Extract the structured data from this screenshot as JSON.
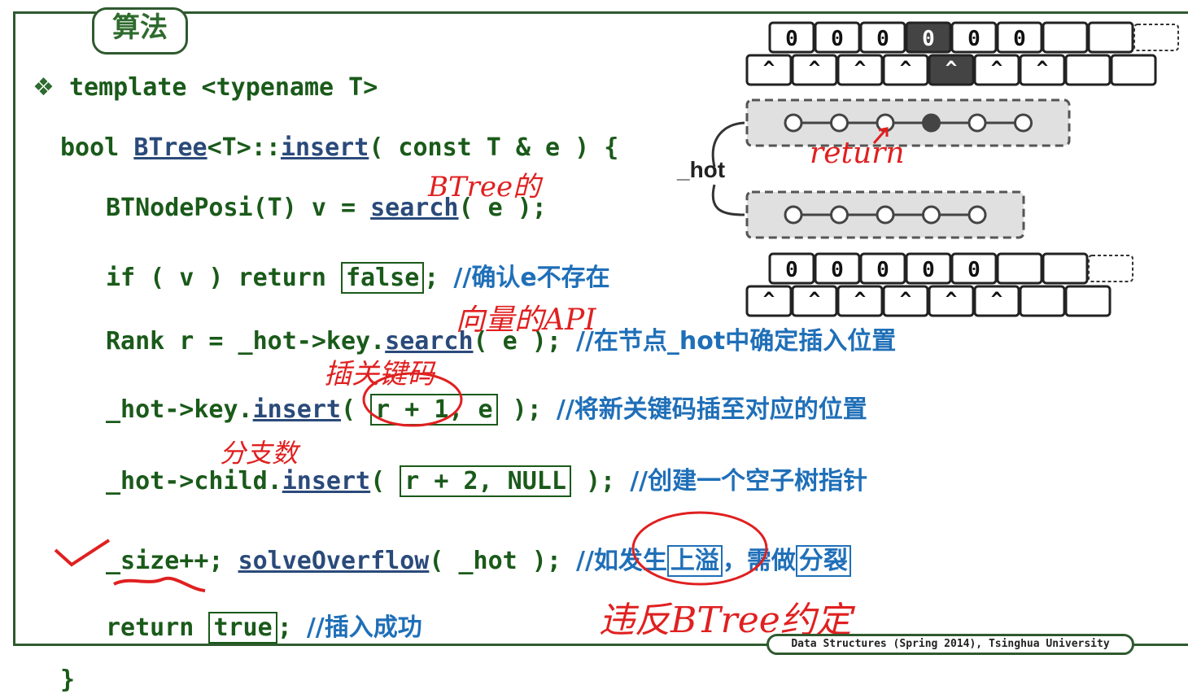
{
  "section_title": "算法",
  "code": {
    "bullet": "❖",
    "line1": "template <typename T>",
    "line2_a": "bool ",
    "line2_btree": "BTree",
    "line2_b": "<T>::",
    "line2_insert": "insert",
    "line2_c": "( const T & e ) {",
    "line3_a": "BTNodePosi(T) v = ",
    "line3_search": "search",
    "line3_b": "( e );",
    "line4_a": "if ( v ) return ",
    "line4_box": "false",
    "line4_b": ";",
    "line4_cmt": "//确认e不存在",
    "line5_a": "Rank r = _hot->key.",
    "line5_search": "search",
    "line5_b": "( e ); ",
    "line5_cmt": "//在节点_hot中确定插入位置",
    "line6_a": "_hot->key.",
    "line6_insert": "insert",
    "line6_b": "( ",
    "line6_box": "r + 1, e",
    "line6_c": " ); ",
    "line6_cmt": "//将新关键码插至对应的位置",
    "line7_a": "_hot->child.",
    "line7_insert": "insert",
    "line7_b": "( ",
    "line7_box": "r + 2, NULL",
    "line7_c": " ); ",
    "line7_cmt": "//创建一个空子树指针",
    "line8_a": "_size++; ",
    "line8_fn": "solveOverflow",
    "line8_b": "( _hot ); ",
    "line8_cmt1": "//如发生",
    "line8_box1": "上溢",
    "line8_cmt2": "，需做",
    "line8_box2": "分裂",
    "line9_a": "return ",
    "line9_box": "true",
    "line9_b": "; ",
    "line9_cmt": "//插入成功",
    "line10": "}"
  },
  "diagram": {
    "hot_label": "_hot",
    "top_keys": [
      "0",
      "0",
      "0",
      "0",
      "0",
      "0"
    ],
    "top_ptrs": [
      "^",
      "^",
      "^",
      "^",
      "^",
      "^",
      "^"
    ],
    "bottom_keys": [
      "0",
      "0",
      "0",
      "0",
      "0"
    ],
    "bottom_ptrs": [
      "^",
      "^",
      "^",
      "^",
      "^",
      "^"
    ]
  },
  "annotations": {
    "return_note": "return",
    "btree_note": "BTree的",
    "vector_api": "向量的API",
    "keypoint": "插关键码",
    "branch": "分支数",
    "violate": "违反BTree约定"
  },
  "footer": "Data Structures (Spring 2014), Tsinghua University"
}
